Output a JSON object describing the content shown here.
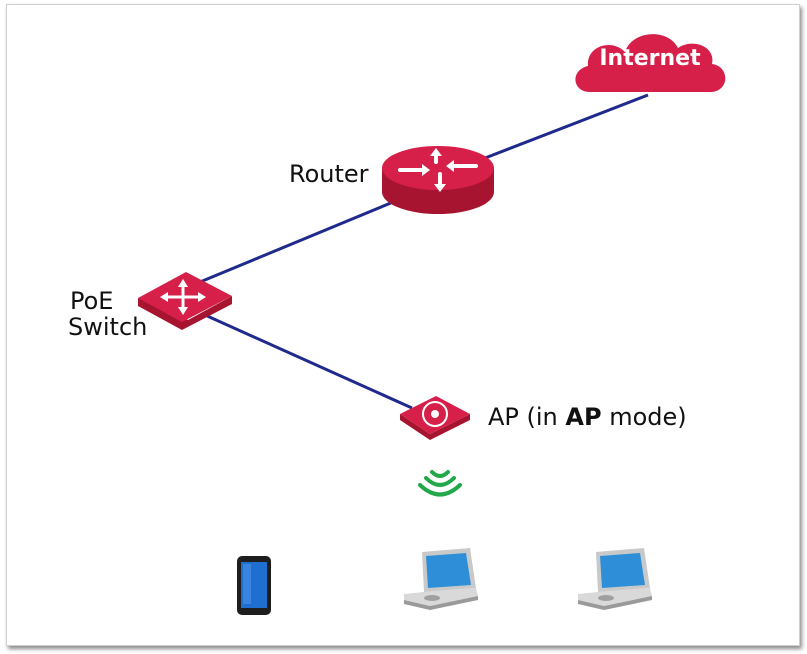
{
  "internet_label": "Internet",
  "router_label": "Router",
  "switch_label_line1": "PoE",
  "switch_label_line2": "Switch",
  "ap_label_prefix": "AP (in ",
  "ap_label_mode": "AP",
  "ap_label_suffix": " mode)",
  "colors": {
    "device": "#d6204a",
    "device_dark": "#a7142f",
    "link": "#1f2a8c",
    "wifi": "#22a84a"
  }
}
